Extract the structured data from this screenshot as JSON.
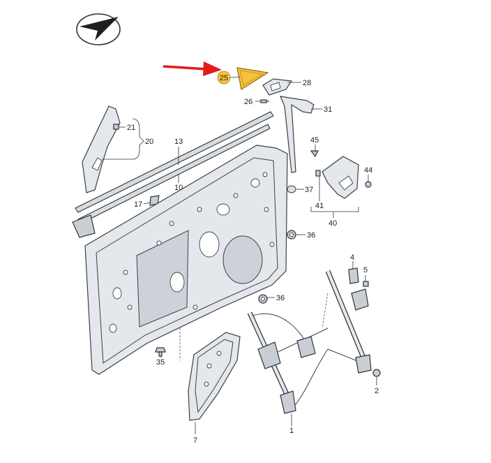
{
  "colors": {
    "highlight": "#f5c33b",
    "arrow": "#e21b1b",
    "stroke": "#3a3f45",
    "panel": "#e4e8ec"
  },
  "icons": {
    "logo": "plane-in-ellipse-logo",
    "pointer": "red-arrow-icon"
  },
  "callouts": [
    {
      "id": "c25",
      "text": "25",
      "highlighted": true
    },
    {
      "id": "c28",
      "text": "28"
    },
    {
      "id": "c26",
      "text": "26"
    },
    {
      "id": "c31",
      "text": "31"
    },
    {
      "id": "c21",
      "text": "21"
    },
    {
      "id": "c20",
      "text": "20"
    },
    {
      "id": "c13",
      "text": "13"
    },
    {
      "id": "c10",
      "text": "10"
    },
    {
      "id": "c45",
      "text": "45"
    },
    {
      "id": "c44",
      "text": "44"
    },
    {
      "id": "c37",
      "text": "37"
    },
    {
      "id": "c41",
      "text": "41"
    },
    {
      "id": "c40",
      "text": "40"
    },
    {
      "id": "c17",
      "text": "17"
    },
    {
      "id": "c36a",
      "text": "36"
    },
    {
      "id": "c36b",
      "text": "36"
    },
    {
      "id": "c4",
      "text": "4"
    },
    {
      "id": "c5",
      "text": "5"
    },
    {
      "id": "c35",
      "text": "35"
    },
    {
      "id": "c2",
      "text": "2"
    },
    {
      "id": "c7",
      "text": "7"
    },
    {
      "id": "c1",
      "text": "1"
    }
  ]
}
